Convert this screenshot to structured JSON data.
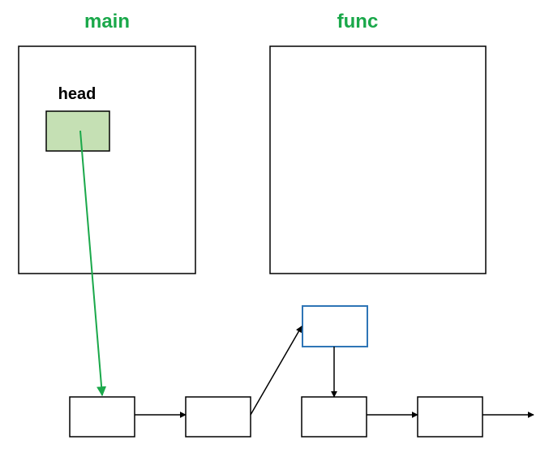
{
  "frames": {
    "main": {
      "label": "main"
    },
    "func": {
      "label": "func"
    }
  },
  "variables": {
    "head": {
      "label": "head"
    }
  },
  "colors": {
    "frame_title": "#1aa84a",
    "stroke": "#000000",
    "head_fill": "#c5e0b4",
    "head_pointer": "#1aa84a",
    "new_node_stroke": "#2e75b6",
    "box_fill": "#ffffff"
  }
}
